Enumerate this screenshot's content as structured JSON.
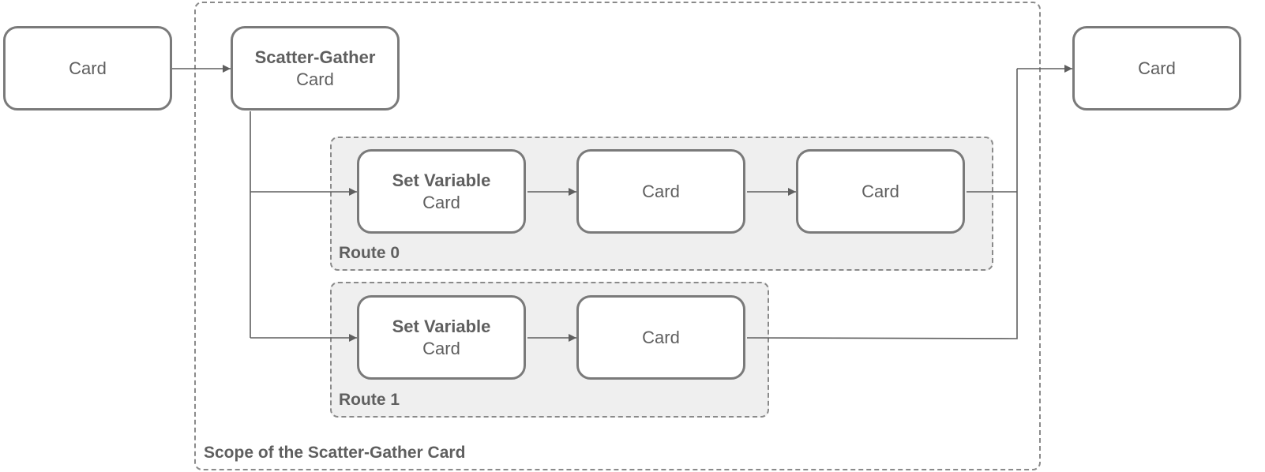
{
  "scope": {
    "label": "Scope of the Scatter-Gather Card"
  },
  "routes": [
    {
      "label": "Route 0"
    },
    {
      "label": "Route 1"
    }
  ],
  "cards": {
    "input": {
      "title": "",
      "sub": "Card"
    },
    "scatter_gather": {
      "title": "Scatter-Gather",
      "sub": "Card"
    },
    "r0_set_variable": {
      "title": "Set Variable",
      "sub": "Card"
    },
    "r0_card_2": {
      "title": "",
      "sub": "Card"
    },
    "r0_card_3": {
      "title": "",
      "sub": "Card"
    },
    "r1_set_variable": {
      "title": "Set Variable",
      "sub": "Card"
    },
    "r1_card_2": {
      "title": "",
      "sub": "Card"
    },
    "output": {
      "title": "",
      "sub": "Card"
    }
  },
  "colors": {
    "stroke": "#7a7a7a",
    "text": "#5f5f5f",
    "route_fill": "#efefef"
  }
}
